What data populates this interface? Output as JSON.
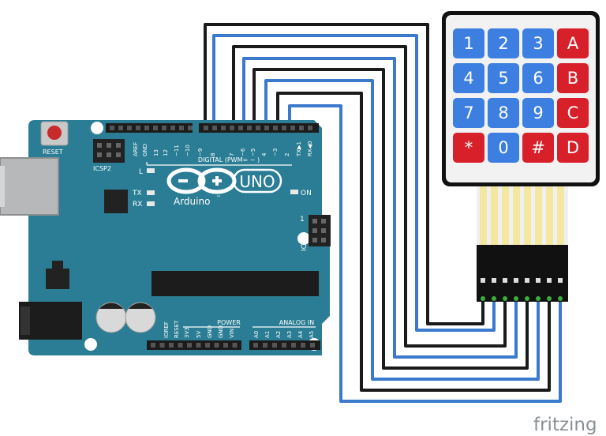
{
  "board": {
    "reset_label": "RESET",
    "icsp2_label": "ICSP2",
    "led_l_label": "L",
    "tx_label": "TX",
    "rx_label": "RX",
    "on_label": "ON",
    "icsp_label": "ICSP",
    "icsp_pin1_label": "1",
    "digital_label": "DIGITAL (PWM= ~ )",
    "uno_label": "UNO",
    "arduino_label": "Arduino",
    "power_label": "POWER",
    "analog_label": "ANALOG IN",
    "top_pin_labels": [
      "AREF",
      "GND",
      "13",
      "12",
      "~11",
      "~10",
      "~9",
      "8",
      "7",
      "~6",
      "~5",
      "4",
      "~3",
      "2",
      "TX▶1",
      "RX◀0"
    ],
    "power_pin_labels": [
      "IOREF",
      "RESET",
      "3V3",
      "5V",
      "GND",
      "GND",
      "VIN"
    ],
    "analog_pin_labels": [
      "A0",
      "A1",
      "A2",
      "A3",
      "A4",
      "A5"
    ]
  },
  "keypad": {
    "rows": [
      [
        "1",
        "2",
        "3",
        "A"
      ],
      [
        "4",
        "5",
        "6",
        "B"
      ],
      [
        "7",
        "8",
        "9",
        "C"
      ],
      [
        "*",
        "0",
        "#",
        "D"
      ]
    ],
    "colors": {
      "number_key": "#3d7fe0",
      "special_key": "#d8202a",
      "frame": "#111111"
    }
  },
  "colors": {
    "board": "#2a7d94",
    "wire_black": "#1a1a1a",
    "wire_blue": "#3b79cc"
  },
  "brand": "fritzing"
}
